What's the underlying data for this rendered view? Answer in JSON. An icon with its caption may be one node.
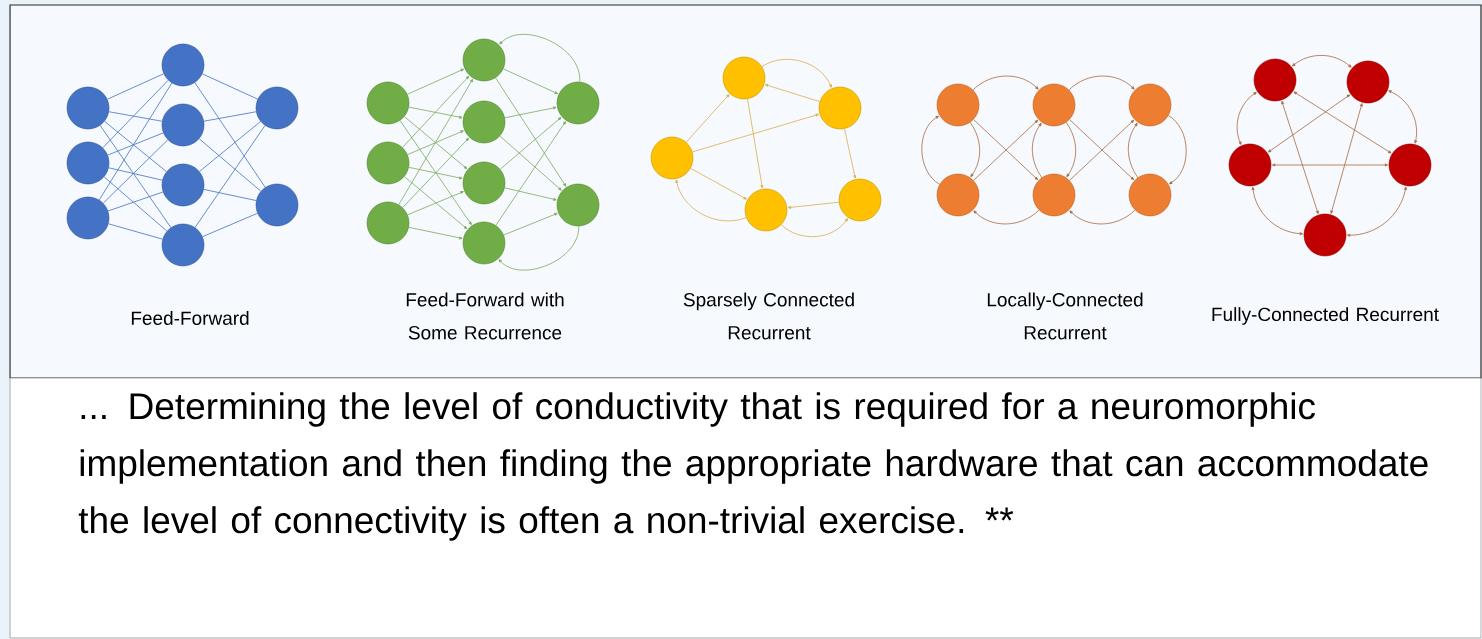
{
  "diagram": {
    "nodes": [
      {
        "text": [],
        "shape": "circle"
      },
      {
        "text": [],
        "shape": "circle"
      },
      {
        "text": [],
        "shape": "circle"
      },
      {
        "text": [],
        "shape": "circle"
      },
      {
        "text": [],
        "shape": "circle"
      },
      {
        "text": [],
        "shape": "circle"
      },
      {
        "text": [],
        "shape": "circle"
      },
      {
        "text": [],
        "shape": "circle"
      },
      {
        "text": [],
        "shape": "circle"
      },
      {
        "text": [],
        "shape": "circle"
      },
      {
        "text": [],
        "shape": "circle"
      },
      {
        "text": [],
        "shape": "circle"
      },
      {
        "text": [],
        "shape": "circle"
      },
      {
        "text": [],
        "shape": "circle"
      },
      {
        "text": [],
        "shape": "circle"
      },
      {
        "text": [],
        "shape": "circle"
      },
      {
        "text": [],
        "shape": "circle"
      },
      {
        "text": [],
        "shape": "circle"
      },
      {
        "text": [],
        "shape": "circle"
      },
      {
        "text": [],
        "shape": "circle"
      },
      {
        "text": [],
        "shape": "circle"
      },
      {
        "text": [],
        "shape": "circle"
      },
      {
        "text": [],
        "shape": "circle"
      },
      {
        "text": [],
        "shape": "circle"
      },
      {
        "text": [],
        "shape": "circle"
      },
      {
        "text": [],
        "shape": "circle"
      },
      {
        "text": [],
        "shape": "circle"
      },
      {
        "text": [],
        "shape": "circle"
      },
      {
        "text": [],
        "shape": "circle"
      },
      {
        "text": [],
        "shape": "circle"
      },
      {
        "text": [],
        "shape": "circle"
      },
      {
        "text": [],
        "shape": "circle"
      },
      {
        "text": [],
        "shape": "circle"
      },
      {
        "text": [],
        "shape": "circle"
      }
    ],
    "edges": [
      {
        "from": 0,
        "to": 3,
        "arrow": "none",
        "color": "#4472c4"
      },
      {
        "from": 0,
        "to": 4,
        "arrow": "none",
        "color": "#4472c4"
      },
      {
        "from": 0,
        "to": 5,
        "arrow": "none",
        "color": "#4472c4"
      },
      {
        "from": 0,
        "to": 6,
        "arrow": "none",
        "color": "#4472c4"
      },
      {
        "from": 1,
        "to": 3,
        "arrow": "none",
        "color": "#4472c4"
      },
      {
        "from": 1,
        "to": 4,
        "arrow": "none",
        "color": "#4472c4"
      },
      {
        "from": 1,
        "to": 5,
        "arrow": "none",
        "color": "#4472c4"
      },
      {
        "from": 1,
        "to": 6,
        "arrow": "none",
        "color": "#4472c4"
      },
      {
        "from": 2,
        "to": 3,
        "arrow": "none",
        "color": "#4472c4"
      },
      {
        "from": 2,
        "to": 4,
        "arrow": "none",
        "color": "#4472c4"
      },
      {
        "from": 2,
        "to": 5,
        "arrow": "none",
        "color": "#4472c4"
      },
      {
        "from": 2,
        "to": 6,
        "arrow": "none",
        "color": "#4472c4"
      },
      {
        "from": 3,
        "to": 7,
        "arrow": "none",
        "color": "#4472c4"
      },
      {
        "from": 3,
        "to": 8,
        "arrow": "none",
        "color": "#4472c4"
      },
      {
        "from": 4,
        "to": 7,
        "arrow": "none",
        "color": "#4472c4"
      },
      {
        "from": 4,
        "to": 8,
        "arrow": "none",
        "color": "#4472c4"
      },
      {
        "from": 5,
        "to": 7,
        "arrow": "none",
        "color": "#4472c4"
      },
      {
        "from": 5,
        "to": 8,
        "arrow": "none",
        "color": "#4472c4"
      },
      {
        "from": 6,
        "to": 7,
        "arrow": "none",
        "color": "#4472c4"
      },
      {
        "from": 6,
        "to": 8,
        "arrow": "none",
        "color": "#4472c4"
      },
      {
        "from": 9,
        "to": 12,
        "arrow": "to",
        "color": "#7caa5c"
      },
      {
        "from": 9,
        "to": 13,
        "arrow": "to",
        "color": "#7caa5c"
      },
      {
        "from": 9,
        "to": 14,
        "arrow": "to",
        "color": "#7caa5c"
      },
      {
        "from": 9,
        "to": 15,
        "arrow": "to",
        "color": "#7caa5c"
      },
      {
        "from": 10,
        "to": 12,
        "arrow": "to",
        "color": "#7caa5c"
      },
      {
        "from": 10,
        "to": 13,
        "arrow": "to",
        "color": "#7caa5c"
      },
      {
        "from": 10,
        "to": 14,
        "arrow": "to",
        "color": "#7caa5c"
      },
      {
        "from": 10,
        "to": 15,
        "arrow": "to",
        "color": "#7caa5c"
      },
      {
        "from": 11,
        "to": 12,
        "arrow": "to",
        "color": "#7caa5c"
      },
      {
        "from": 11,
        "to": 13,
        "arrow": "to",
        "color": "#7caa5c"
      },
      {
        "from": 11,
        "to": 14,
        "arrow": "to",
        "color": "#7caa5c"
      },
      {
        "from": 11,
        "to": 15,
        "arrow": "to",
        "color": "#7caa5c"
      },
      {
        "from": 12,
        "to": 16,
        "arrow": "to",
        "color": "#7caa5c"
      },
      {
        "from": 12,
        "to": 17,
        "arrow": "to",
        "color": "#7caa5c"
      },
      {
        "from": 13,
        "to": 16,
        "arrow": "to",
        "color": "#7caa5c"
      },
      {
        "from": 13,
        "to": 17,
        "arrow": "to",
        "color": "#7caa5c"
      },
      {
        "from": 14,
        "to": 16,
        "arrow": "to",
        "color": "#7caa5c"
      },
      {
        "from": 14,
        "to": 17,
        "arrow": "to",
        "color": "#7caa5c"
      },
      {
        "from": 15,
        "to": 16,
        "arrow": "to",
        "color": "#7caa5c"
      },
      {
        "from": 15,
        "to": 17,
        "arrow": "to",
        "color": "#7caa5c"
      },
      {
        "from": 16,
        "to": 12,
        "arrow": "to",
        "color": "#7caa5c"
      },
      {
        "from": 17,
        "to": 15,
        "arrow": "to",
        "color": "#7caa5c"
      },
      {
        "from": 19,
        "to": 18,
        "arrow": "to",
        "color": "#d9b04a"
      },
      {
        "from": 18,
        "to": 19,
        "arrow": "to",
        "color": "#d9b04a"
      },
      {
        "from": 20,
        "to": 18,
        "arrow": "to",
        "color": "#d9b04a"
      },
      {
        "from": 20,
        "to": 19,
        "arrow": "to",
        "color": "#d9b04a"
      },
      {
        "from": 18,
        "to": 21,
        "arrow": "to",
        "color": "#d9b04a"
      },
      {
        "from": 20,
        "to": 21,
        "arrow": "to",
        "color": "#d9b04a"
      },
      {
        "from": 19,
        "to": 22,
        "arrow": "to",
        "color": "#d9b04a"
      },
      {
        "from": 22,
        "to": 21,
        "arrow": "to",
        "color": "#d9b04a"
      },
      {
        "from": 21,
        "to": 20,
        "arrow": "to",
        "color": "#d9b04a"
      },
      {
        "from": 21,
        "to": 22,
        "arrow": "to",
        "color": "#d9b04a"
      },
      {
        "from": 26,
        "to": 23,
        "arrow": "to",
        "color": "#a86a40"
      },
      {
        "from": 23,
        "to": 26,
        "arrow": "to",
        "color": "#a86a40"
      },
      {
        "from": 27,
        "to": 24,
        "arrow": "to",
        "color": "#a86a40"
      },
      {
        "from": 24,
        "to": 27,
        "arrow": "to",
        "color": "#a86a40"
      },
      {
        "from": 28,
        "to": 25,
        "arrow": "to",
        "color": "#a86a40"
      },
      {
        "from": 25,
        "to": 28,
        "arrow": "to",
        "color": "#a86a40"
      },
      {
        "from": 23,
        "to": 24,
        "arrow": "to",
        "color": "#a86a40"
      },
      {
        "from": 24,
        "to": 25,
        "arrow": "to",
        "color": "#a86a40"
      },
      {
        "from": 27,
        "to": 26,
        "arrow": "to",
        "color": "#a86a40"
      },
      {
        "from": 28,
        "to": 27,
        "arrow": "to",
        "color": "#a86a40"
      },
      {
        "from": 26,
        "to": 24,
        "arrow": "to",
        "color": "#a86a40"
      },
      {
        "from": 24,
        "to": 28,
        "arrow": "to",
        "color": "#a86a40"
      },
      {
        "from": 23,
        "to": 27,
        "arrow": "to",
        "color": "#a86a40"
      },
      {
        "from": 27,
        "to": 25,
        "arrow": "to",
        "color": "#a86a40"
      },
      {
        "from": 29,
        "to": 30,
        "arrow": "both",
        "color": "#a86a40"
      },
      {
        "from": 29,
        "to": 31,
        "arrow": "both",
        "color": "#a86a40"
      },
      {
        "from": 29,
        "to": 32,
        "arrow": "both",
        "color": "#a86a40"
      },
      {
        "from": 29,
        "to": 33,
        "arrow": "both",
        "color": "#a86a40"
      },
      {
        "from": 30,
        "to": 31,
        "arrow": "both",
        "color": "#a86a40"
      },
      {
        "from": 30,
        "to": 32,
        "arrow": "both",
        "color": "#a86a40"
      },
      {
        "from": 30,
        "to": 33,
        "arrow": "both",
        "color": "#a86a40"
      },
      {
        "from": 31,
        "to": 32,
        "arrow": "both",
        "color": "#a86a40"
      },
      {
        "from": 31,
        "to": 33,
        "arrow": "both",
        "color": "#a86a40"
      },
      {
        "from": 32,
        "to": 33,
        "arrow": "both",
        "color": "#a86a40"
      }
    ],
    "labels": [
      "Feed-Forward",
      "Feed-Forward with Some Recurrence",
      "Sparsely Connected Recurrent",
      "Locally-Connected Recurrent",
      "Fully-Connected Recurrent",
      "... Determining the level of conductivity that is required for a neuromorphic implementation and then finding the appropriate hardware that can accommodate the level of connectivity is often a non-trivial exercise. **"
    ]
  }
}
